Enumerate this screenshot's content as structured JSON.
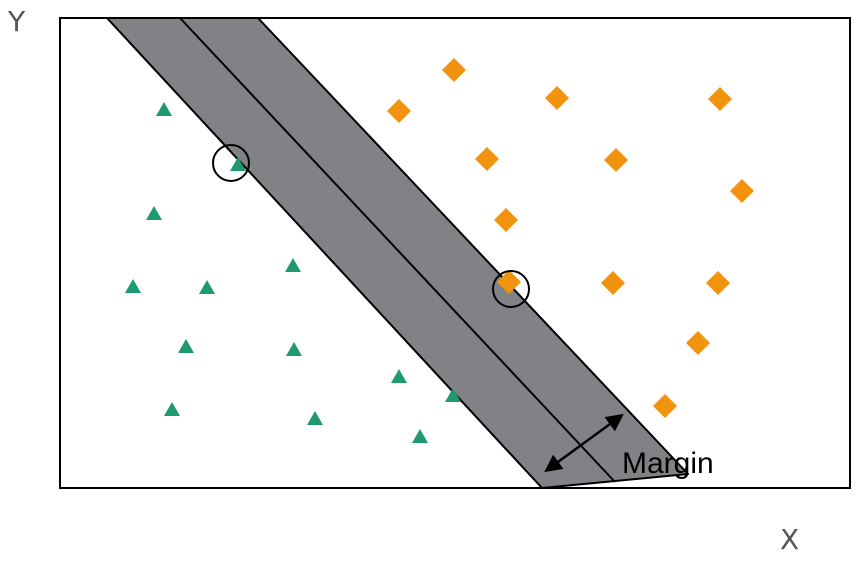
{
  "axes": {
    "y_label": "Y",
    "x_label": "X"
  },
  "annotation": {
    "margin_label": "Margin"
  },
  "colors": {
    "class_a": "#1f9a6e",
    "class_b": "#f2930d",
    "margin_band": "#818285",
    "frame": "#000000"
  },
  "icons": {
    "class_a_marker": "triangle",
    "class_b_marker": "diamond",
    "support_vector_marker": "circle",
    "margin_marker": "double-arrow"
  }
}
